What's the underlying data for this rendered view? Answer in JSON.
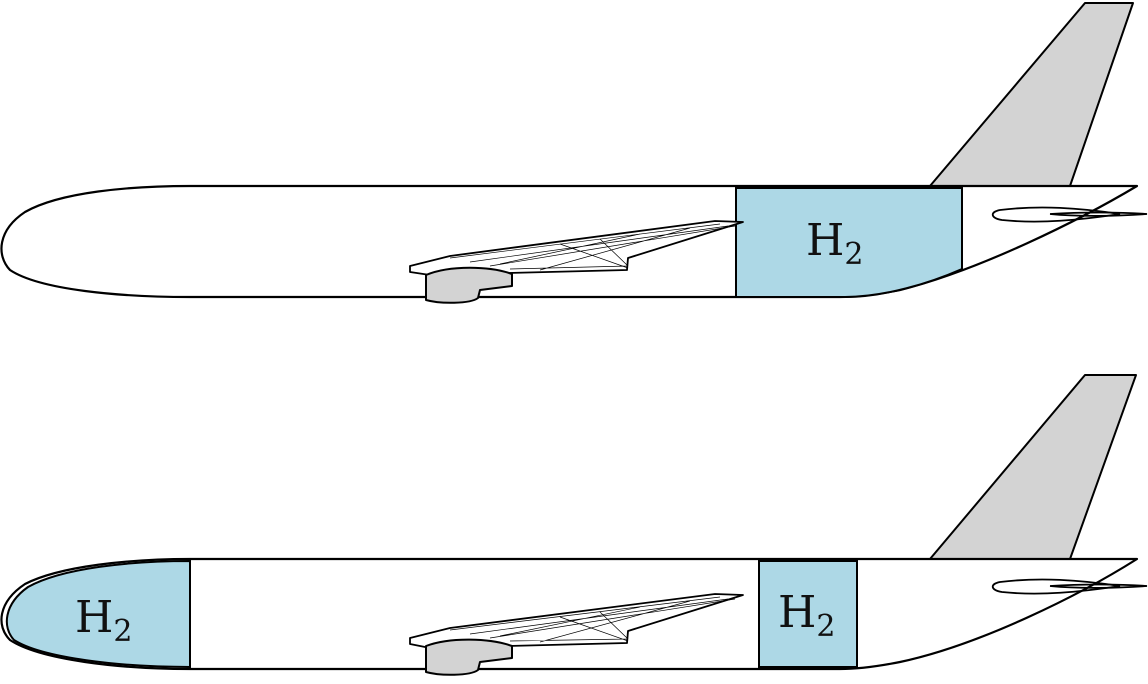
{
  "colors": {
    "tank": "#add8e6",
    "tail_engine": "#d3d3d3",
    "outline": "#000000",
    "background": "#ffffff"
  },
  "aircraft_top": {
    "tank_aft": {
      "label_main": "H",
      "label_sub": "2"
    }
  },
  "aircraft_bottom": {
    "tank_nose": {
      "label_main": "H",
      "label_sub": "2"
    },
    "tank_mid": {
      "label_main": "H",
      "label_sub": "2"
    }
  }
}
